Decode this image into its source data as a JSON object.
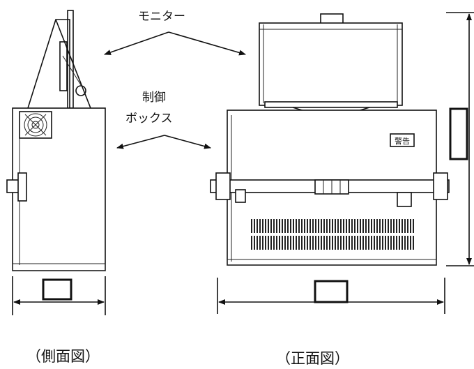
{
  "labels": {
    "monitor": "モニター",
    "control_box_line1": "制御",
    "control_box_line2": "ボックス",
    "panel_tag": "警告",
    "side_view": "（側面図）",
    "front_view": "（正面図）"
  },
  "colors": {
    "line": "#111111",
    "background": "#ffffff"
  },
  "icons": [
    "arrow-icon",
    "fan-icon"
  ]
}
